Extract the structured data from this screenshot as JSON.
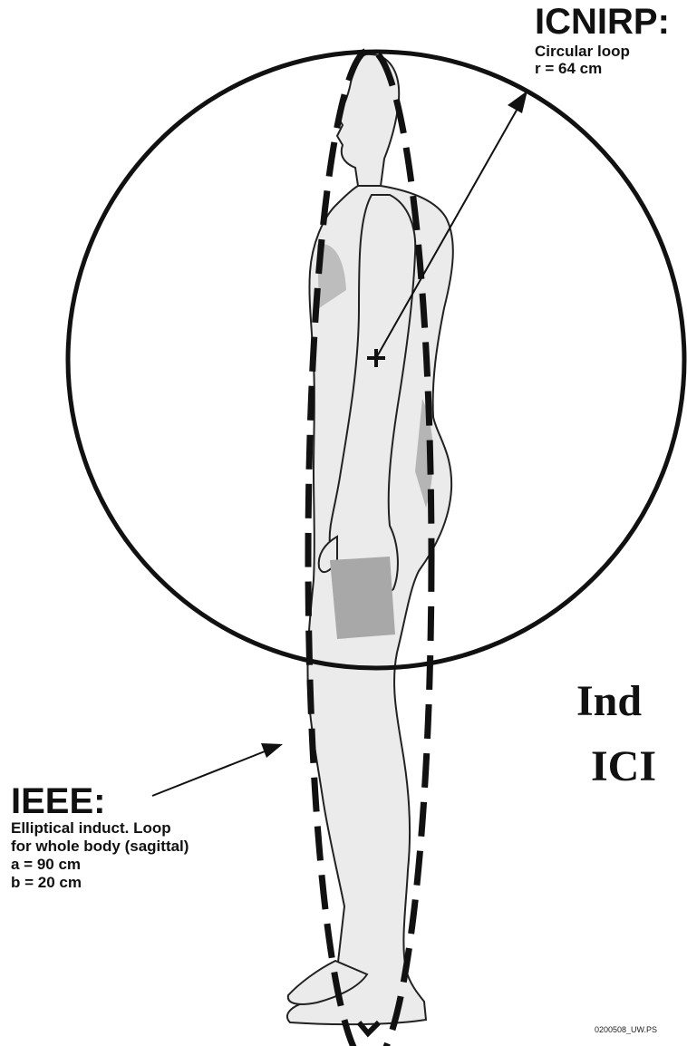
{
  "icnirp": {
    "heading": "ICNIRP:",
    "line1": "Circular loop",
    "line2": "r = 64 cm"
  },
  "ieee": {
    "heading": "IEEE:",
    "line1": "Elliptical induct. Loop",
    "line2": "for whole body (sagittal)",
    "line3": "a = 90 cm",
    "line4": "b = 20 cm"
  },
  "partial_title": {
    "line1": "Ind",
    "line2": "ICI"
  },
  "file_code": "0200508_UW.PS",
  "colors": {
    "ink": "#111111",
    "body_fill": "#e9e9e9",
    "body_shadow": "#a8a8a8"
  }
}
